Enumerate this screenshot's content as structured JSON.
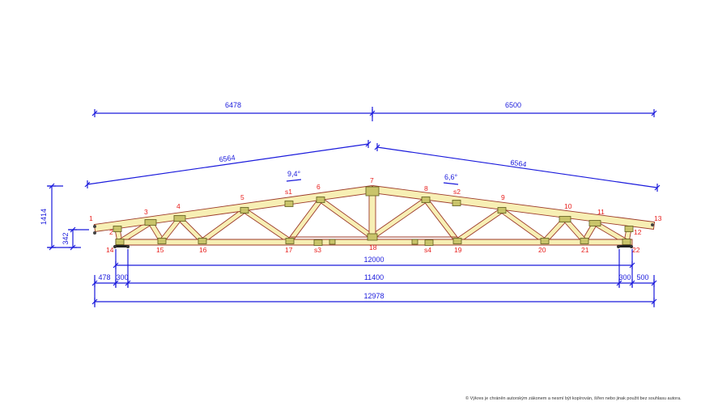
{
  "dimensions": {
    "top_left": "6478",
    "top_right": "6500",
    "slope_left": "6564",
    "slope_right": "6564",
    "height_total": "1414",
    "height_heel": "342",
    "span": "12000",
    "seg_478": "478",
    "seg_300a": "300",
    "seg_11400": "11400",
    "seg_300b": "300",
    "seg_500": "500",
    "overall": "12978"
  },
  "angles": {
    "left": "9,4°",
    "right": "6,6°"
  },
  "nodes": [
    "1",
    "2",
    "3",
    "4",
    "5",
    "s1",
    "6",
    "7",
    "8",
    "s2",
    "9",
    "10",
    "11",
    "12",
    "13",
    "14",
    "15",
    "16",
    "17",
    "s3",
    "18",
    "s4",
    "19",
    "20",
    "21",
    "22"
  ],
  "colors": {
    "dimension": "#1a1adc",
    "node_label": "#e8201e",
    "timber": "#f7efb4",
    "highlight_web": "#f09a1a"
  },
  "copyright": "© Výkres je chráněn autorským zákonem a nesmí být kopírován, šířen nebo jinak použit bez souhlasu autora."
}
